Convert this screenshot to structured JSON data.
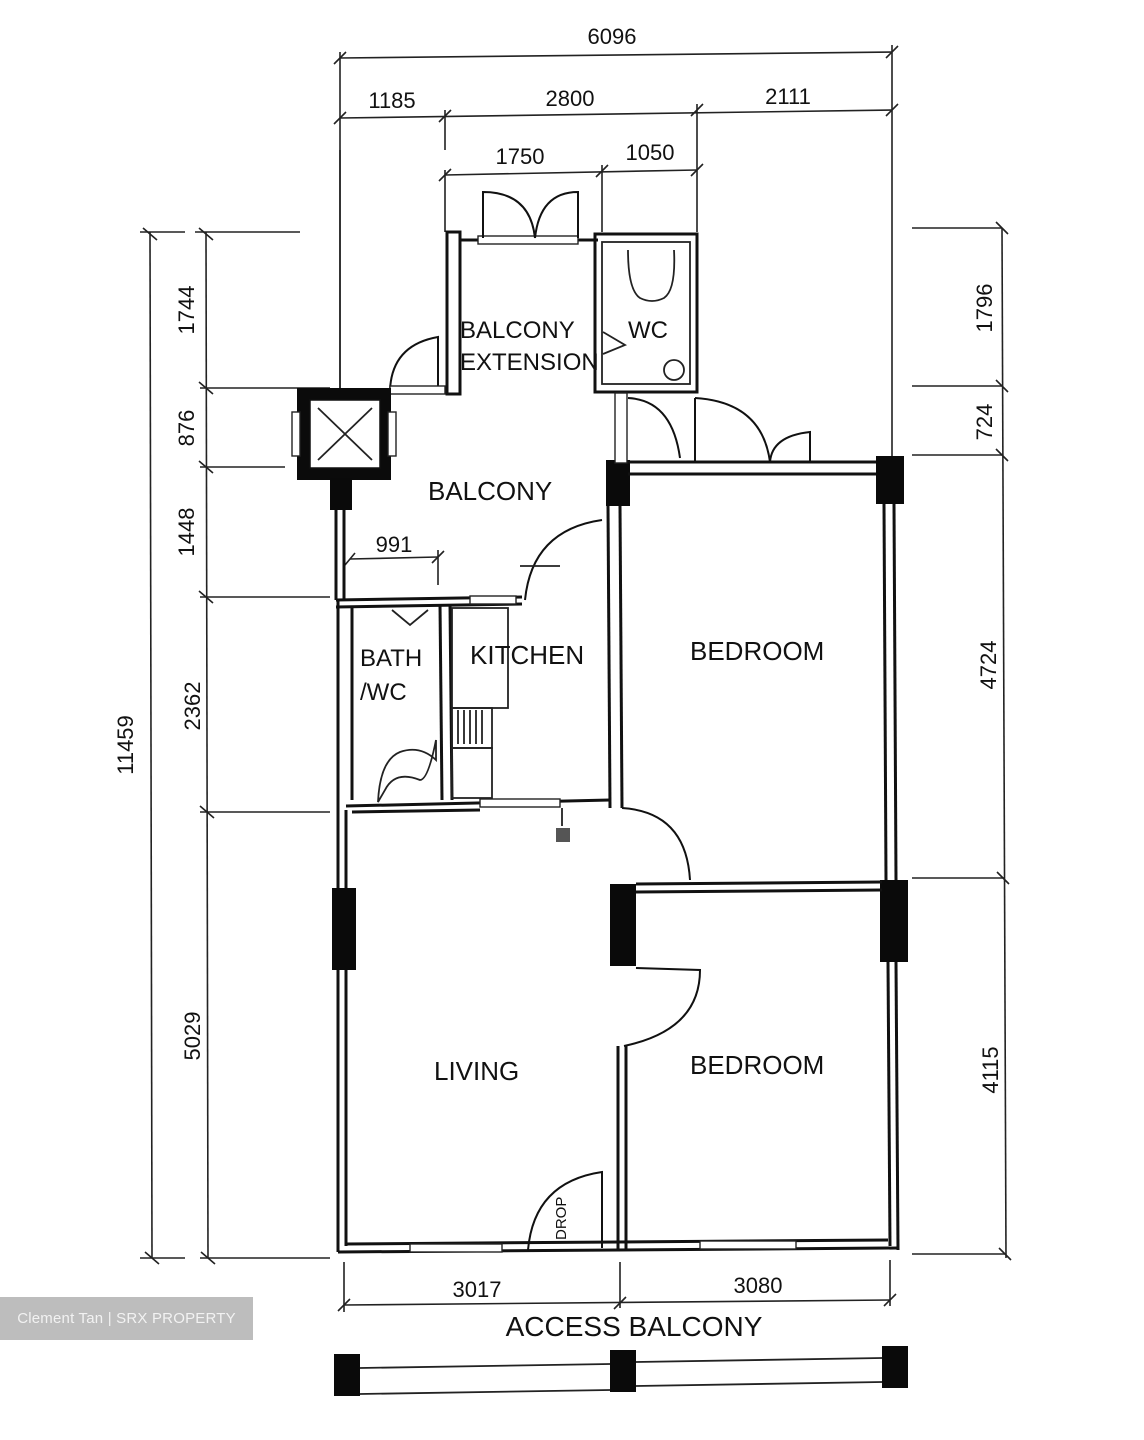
{
  "floorplan": {
    "rooms": {
      "balcony_extension_line1": "BALCONY",
      "balcony_extension_line2": "EXTENSION",
      "wc": "WC",
      "balcony": "BALCONY",
      "bath_line1": "BATH",
      "bath_line2": "/WC",
      "kitchen": "KITCHEN",
      "bedroom_1": "BEDROOM",
      "bedroom_2": "BEDROOM",
      "living": "LIVING",
      "drop": "DROP",
      "access_balcony": "ACCESS BALCONY"
    },
    "dimensions": {
      "top_overall": "6096",
      "top_segments": [
        "1185",
        "2800",
        "2111"
      ],
      "top_sub_segments": [
        "1750",
        "1050"
      ],
      "left_overall": "11459",
      "left_segments": [
        "1744",
        "876",
        "1448",
        "2362",
        "5029"
      ],
      "right_segments": [
        "1796",
        "724",
        "4724",
        "4115"
      ],
      "bottom_segments": [
        "3017",
        "3080"
      ],
      "internal_bath_width": "991"
    }
  },
  "watermark": {
    "text": "Clement Tan | SRX PROPERTY",
    "background": "#bdbdbd",
    "color": "#f2f2f2"
  }
}
